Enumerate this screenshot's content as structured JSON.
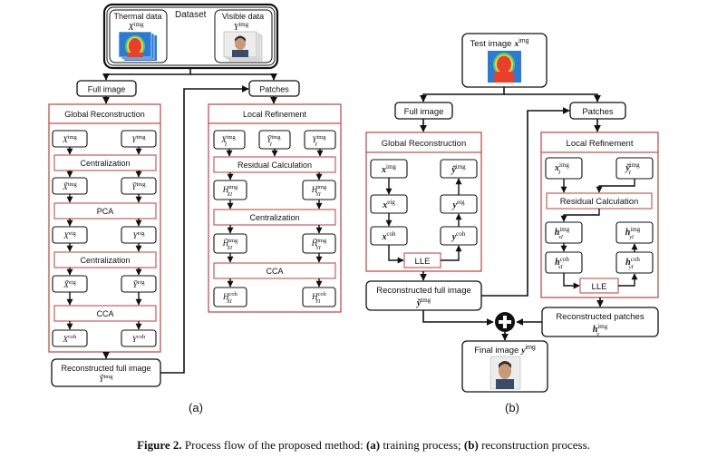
{
  "colors": {
    "box_border": "#111111",
    "section_border": "#c0504d",
    "thermal_face": "#e8402c",
    "thermal_background": "#2a7bd8",
    "thermal_halo": "#f3d23a",
    "thermal_mid": "#3bd17a",
    "visible_background": "#e9e9e9",
    "visible_face": "#c99a78",
    "visible_hair": "#3a2a22",
    "plus_symbol": "#111111"
  },
  "panel_a": {
    "dataset_label": "Dataset",
    "thermal_title": "Thermal data",
    "thermal_var": "X",
    "thermal_var_sup": "img",
    "visible_title": "Visible data",
    "visible_var": "Y",
    "visible_var_sup": "img",
    "full_image": "Full image",
    "patches": "Patches",
    "global_title": "Global Reconstruction",
    "local_title": "Local Refinement",
    "global_steps": [
      "Centralization",
      "PCA",
      "Centralization",
      "CCA"
    ],
    "global_vars": [
      {
        "x": "X",
        "x_sup": "img",
        "y": "Y",
        "y_sup": "img"
      },
      {
        "x": "X̃",
        "x_sup": "img",
        "y": "Ỹ",
        "y_sup": "img"
      },
      {
        "x": "X",
        "x_sup": "eig",
        "y": "Y",
        "y_sup": "eig"
      },
      {
        "x": "X̃",
        "x_sup": "eig",
        "y": "Ỹ",
        "y_sup": "eig"
      },
      {
        "x": "X",
        "x_sup": "coh",
        "y": "Y",
        "y_sup": "coh"
      }
    ],
    "local_steps": [
      "Residual Calculation",
      "Centralization",
      "CCA"
    ],
    "local_vars": [
      {
        "x": "X",
        "x_sup": "img",
        "x_sub": "I",
        "y": "Ỹ",
        "y_sup": "img",
        "y_sub": "I",
        "z": "Y",
        "z_sup": "img",
        "z_sub": "I"
      },
      {
        "x": "H",
        "x_sup": "img",
        "x_sub": "XI",
        "y": "H",
        "y_sup": "img",
        "y_sub": "YI"
      },
      {
        "x": "H̃",
        "x_sup": "img",
        "x_sub": "XI",
        "y": "H̃",
        "y_sup": "img",
        "y_sub": "YI"
      },
      {
        "x": "H",
        "x_sup": "coh",
        "x_sub": "XI",
        "y": "H",
        "y_sup": "coh",
        "y_sub": "YI"
      }
    ],
    "reconstructed_label": "Reconstructed full image",
    "reconstructed_var": "Ŷ",
    "reconstructed_var_sup": "img",
    "panel_label": "(a)"
  },
  "panel_b": {
    "test_label": "Test image",
    "test_var": "x",
    "test_var_sup": "img",
    "full_image": "Full image",
    "patches": "Patches",
    "global_title": "Global Reconstruction",
    "local_title": "Local Refinement",
    "global_left_vars": [
      {
        "v": "x",
        "sup": "img"
      },
      {
        "v": "x",
        "sup": "eig"
      },
      {
        "v": "x",
        "sup": "coh"
      }
    ],
    "global_right_vars": [
      {
        "v": "ỹ",
        "sup": "img"
      },
      {
        "v": "y",
        "sup": "eig"
      },
      {
        "v": "y",
        "sup": "coh"
      }
    ],
    "lle_label": "LLE",
    "local_top_vars": [
      {
        "v": "x",
        "sup": "img",
        "sub": "I"
      },
      {
        "v": "ỹ",
        "sup": "img",
        "sub": "I"
      }
    ],
    "residual_label": "Residual Calculation",
    "local_left_vars": [
      {
        "v": "h",
        "sup": "img",
        "sub": "xI"
      },
      {
        "v": "h",
        "sup": "coh",
        "sub": "xI"
      }
    ],
    "local_right_vars": [
      {
        "v": "h",
        "sup": "img",
        "sub": "yI"
      },
      {
        "v": "h",
        "sup": "coh",
        "sub": "yI"
      }
    ],
    "reconstructed_full_label": "Reconstructed full image",
    "reconstructed_full_var": "ỹ",
    "reconstructed_full_sup": "img",
    "reconstructed_patches_label": "Reconstructed patches",
    "reconstructed_patches_var": "h",
    "reconstructed_patches_sup": "img",
    "reconstructed_patches_sub": "y",
    "final_label": "Final image",
    "final_var": "y",
    "final_var_sup": "img",
    "panel_label": "(b)"
  },
  "caption": {
    "figure_label": "Figure 2.",
    "text_1": " Process flow of the proposed method: ",
    "a_label": "(a)",
    "text_2": " training process; ",
    "b_label": "(b)",
    "text_3": " reconstruction process."
  }
}
